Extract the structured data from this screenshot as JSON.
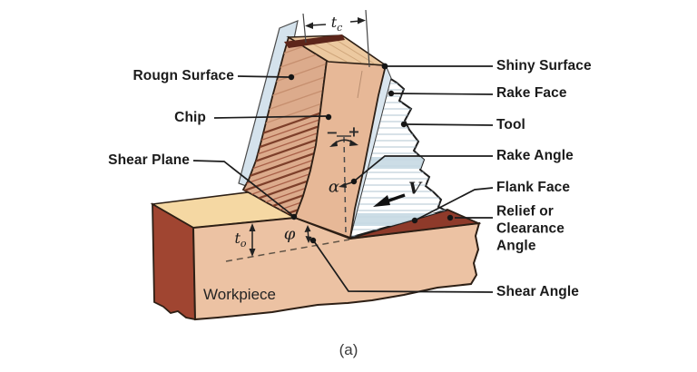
{
  "diagram": {
    "caption": "(a)",
    "labels": {
      "rough_surface": "Rougn Surface",
      "chip": "Chip",
      "shear_plane": "Shear Plane",
      "shiny_surface": "Shiny Surface",
      "rake_face": "Rake Face",
      "tool": "Tool",
      "rake_angle": "Rake Angle",
      "flank_face": "Flank Face",
      "relief_clearance": "Relief or Clearance Angle",
      "shear_angle": "Shear Angle",
      "workpiece": "Workpiece"
    },
    "symbols": {
      "chip_thickness": {
        "base": "t",
        "sub": "c"
      },
      "uncut_chip_thickness": {
        "base": "t",
        "sub": "o"
      },
      "rake_angle_symbol": "α",
      "shear_angle_symbol": "φ",
      "cutting_velocity": "V",
      "sign_minus": "−",
      "sign_plus": "+"
    },
    "colors": {
      "workpiece_front": "#ecc2a3",
      "workpiece_top": "#f5d8a3",
      "workpiece_side": "#a04531",
      "flank_wedge": "#8e3a2a",
      "chip_front": "#e7b897",
      "chip_lamellae": "#dcab8c",
      "chip_top": "#ecc9a0",
      "chip_edge_band": "#5c251a",
      "shiny_plate": "#d4e2ec",
      "rake_sliver": "#d9e5ee",
      "tool_hatch": "#a3bac9",
      "tool_band": "#c7d9e3",
      "outline": "#2d1f15"
    }
  }
}
